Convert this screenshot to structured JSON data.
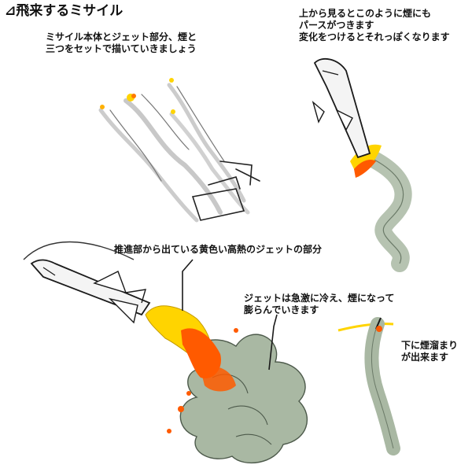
{
  "title": "⊿飛来するミサイル",
  "notes": {
    "n1": [
      "ミサイル本体とジェット部分、煙と",
      "三つをセットで描いていきましょう"
    ],
    "n2": [
      "上から見るとこのように煙にも",
      "パースがつきます",
      "変化をつけるとそれっぽくなります"
    ],
    "n3": [
      "推進部から出ている黄色い高熱のジェットの部分"
    ],
    "n4": [
      "ジェットは急激に冷え、煙になって",
      "膨らんでいきます"
    ],
    "n5": [
      "下に煙溜まり",
      "が出来ます"
    ]
  },
  "colors": {
    "smoke": "#a9b8a3",
    "smoke_dark": "#7f8f7c",
    "jet_yellow": "#ffd400",
    "jet_orange": "#ff5a00",
    "ink": "#1a1a1a"
  }
}
